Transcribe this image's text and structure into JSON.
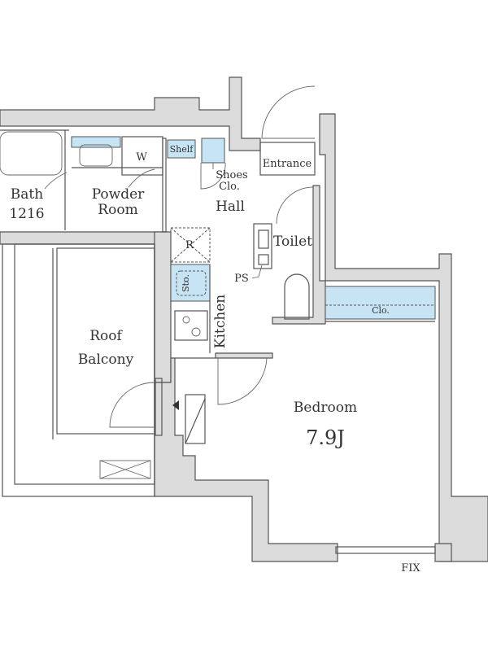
{
  "rooms": {
    "bath": [
      "Bath",
      "1216"
    ],
    "powder_room": [
      "Powder",
      "Room"
    ],
    "washer": "W",
    "shelf": "Shelf",
    "shoes_closet": [
      "Shoes",
      "Clo."
    ],
    "hall": "Hall",
    "entrance": "Entrance",
    "toilet": "Toilet",
    "refrigerator": "R",
    "storage": "Sto.",
    "pipe_space": "PS",
    "kitchen": "Kitchen",
    "closet": "Clo.",
    "roof_balcony": [
      "Roof",
      "Balcony"
    ],
    "bedroom": "Bedroom",
    "bedroom_size": "7.9J",
    "fix_window": "FIX"
  },
  "colors": {
    "wall": "#dcdcdc",
    "storage": "#c6e4f4",
    "line": "#555555"
  }
}
